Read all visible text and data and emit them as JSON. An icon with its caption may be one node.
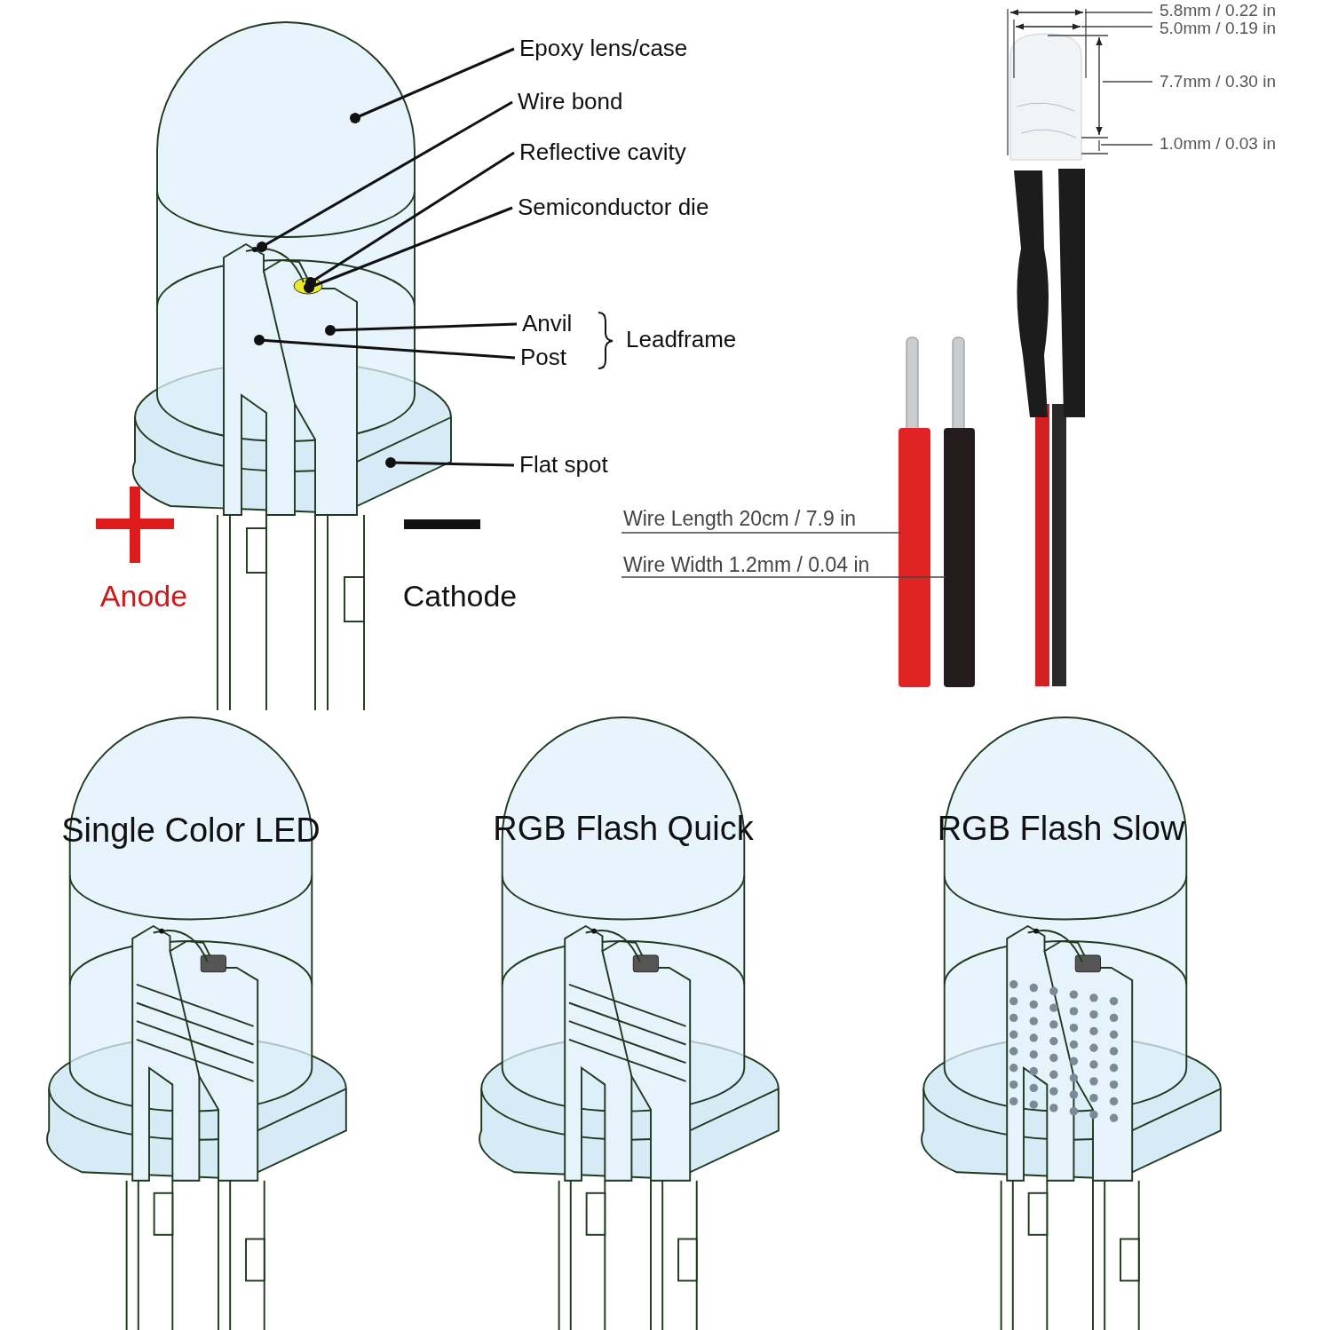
{
  "diagram": {
    "nodes": [
      {
        "text": [
          "Epoxy lens/case"
        ]
      },
      {
        "text": [
          "Wire bond"
        ]
      },
      {
        "text": [
          "Reflective cavity"
        ]
      },
      {
        "text": [
          "Semiconductor die"
        ]
      },
      {
        "text": [
          "Anvil"
        ]
      },
      {
        "text": [
          "Post"
        ]
      },
      {
        "text": [
          "Flat spot"
        ]
      }
    ],
    "edges": [
      {
        "from": 0,
        "to": null,
        "arrow": "other"
      },
      {
        "from": 1,
        "to": null,
        "arrow": "other"
      },
      {
        "from": 2,
        "to": null,
        "arrow": "other"
      },
      {
        "from": 3,
        "to": null,
        "arrow": "other"
      },
      {
        "from": 4,
        "to": null,
        "arrow": "other"
      },
      {
        "from": 5,
        "to": null,
        "arrow": "other"
      },
      {
        "from": 6,
        "to": null,
        "arrow": "other"
      }
    ],
    "labels": [
      "5.8mm / 0.22 in",
      "5.0mm / 0.19 in",
      "7.7mm / 0.30 in",
      "1.0mm / 0.03 in",
      "Leadframe",
      "Wire Length 20cm / 7.9 in",
      "Anode",
      "Wire Width 1.2mm / 0.04 in",
      "Cathode",
      "Single Color LED",
      "RGB Flash Quick",
      "RGB Flash Slow"
    ]
  }
}
